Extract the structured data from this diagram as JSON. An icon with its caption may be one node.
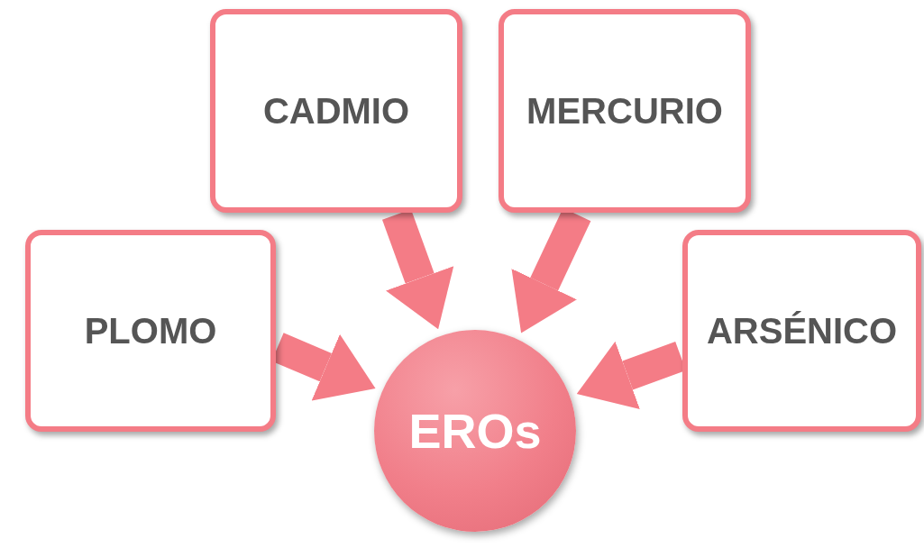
{
  "diagram": {
    "nodes": [
      {
        "text": [
          "CADMIO"
        ]
      },
      {
        "text": [
          "MERCURIO"
        ]
      },
      {
        "text": [
          "PLOMO"
        ]
      },
      {
        "text": [
          "ARSÉNICO"
        ]
      },
      {
        "text": [
          "EROs"
        ]
      }
    ],
    "edges": [
      {
        "from": 0,
        "to": 4,
        "arrow": "to"
      },
      {
        "from": 1,
        "to": 4,
        "arrow": "to"
      },
      {
        "from": 2,
        "to": 4,
        "arrow": "to"
      },
      {
        "from": 3,
        "to": 4,
        "arrow": "to"
      }
    ]
  }
}
